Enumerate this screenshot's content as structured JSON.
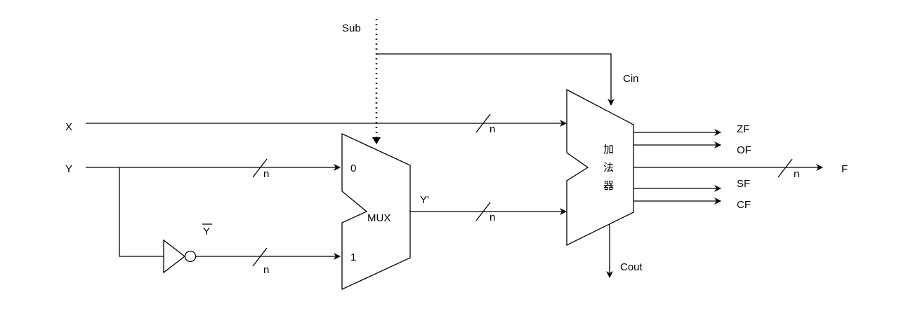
{
  "signals": {
    "x": "X",
    "y": "Y",
    "sub": "Sub",
    "cin": "Cin",
    "y_bar": "Y",
    "y_prime": "Y'",
    "f": "F",
    "cout": "Cout"
  },
  "mux": {
    "label": "MUX",
    "input0": "0",
    "input1": "1"
  },
  "adder": {
    "label_line1": "加",
    "label_line2": "法",
    "label_line3": "器"
  },
  "flags": {
    "zf": "ZF",
    "of": "OF",
    "sf": "SF",
    "cf": "CF"
  },
  "bus_width": {
    "x_bus": "n",
    "y_bus": "n",
    "ybar_bus": "n",
    "yprime_bus": "n",
    "f_bus": "n"
  }
}
